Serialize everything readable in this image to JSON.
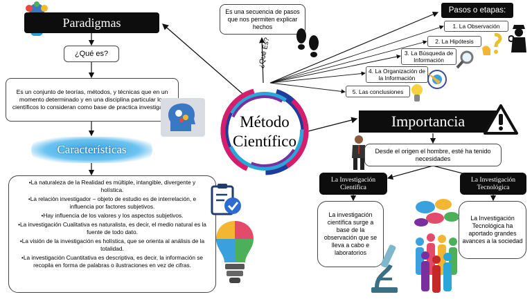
{
  "center": {
    "line1": "Método",
    "line2": "Científico"
  },
  "paradigmas": {
    "title": "Paradigmas",
    "question": "¿Qué es?",
    "definition": "Es un conjunto de teorías, métodos, y técnicas que en un momento determinado y en una disciplina particular los científicos lo consideran como base de practica investigativa"
  },
  "que_es": {
    "label": "¿Qué Es?",
    "definition": "Es una secuencia de pasos que nos permiten explicar hechos"
  },
  "caracteristicas": {
    "title": "Características",
    "items": [
      "•La naturaleza de la Realidad es múltiple, intangible, divergente y holística.",
      "•La relación investigador – objeto de estudio es de interrelación, e influencia por factores subjetivos.",
      "•Hay influencia de los valores y los aspectos subjetivos.",
      "•La investigación Cualitativa es naturalista, es decir, el medio natural es la fuente de todo dato.",
      "•La visión de la investigación es holística, que se orienta al análisis de la totalidad.",
      "•La investigación Cuantitativa es descriptiva, es decir, la información se recopila en forma de palabras o ilustraciones en vez de cifras."
    ]
  },
  "pasos": {
    "title": "Pasos o etapas:",
    "items": [
      "1. La Observación",
      "2. La Hipótesis",
      "3. La Búsqueda de Información",
      "4. La Organización de la Información",
      "5. Las conclusiones"
    ]
  },
  "importancia": {
    "title": "Importancia",
    "intro": "Desde el origen el hombre, esté ha tenido necesidades",
    "cientifica_title": "La Investigación Científica",
    "cientifica_text": "La investigación científica surge a base de la observación que se lleva a cabo e laboratorios",
    "tecnologica_title": "La Investigación Tecnológica",
    "tecnologica_text": "La Investigación Tecnológica ha aportado grandes avances a la sociedad"
  },
  "colors": {
    "dark": "#0d0d0d",
    "ring1": "#1f3c9c",
    "ring2": "#2aa7d8",
    "ring3": "#d61d6b",
    "ring4": "#7a2f9f",
    "heading_blue": "#3aa0de"
  }
}
